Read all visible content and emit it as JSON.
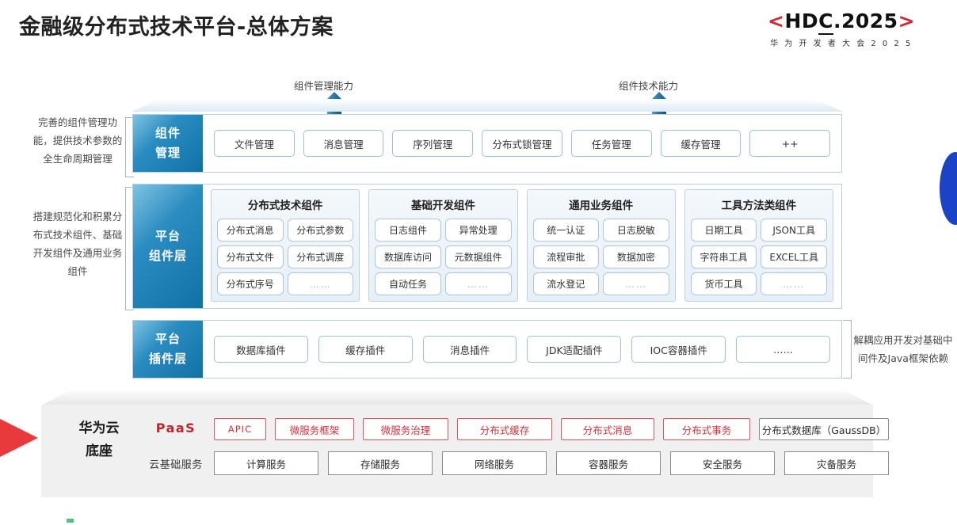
{
  "header": {
    "title": "金融级分布式技术平台-总体方案",
    "logo": {
      "left_bracket": "<",
      "main_a": "HD",
      "main_underlined": "C",
      "main_b": ".2025",
      "right_bracket": ">",
      "subtitle": "华 为 开 发 者 大 会 2 0 2 5"
    }
  },
  "arrows": [
    {
      "label": "组件管理能力"
    },
    {
      "label": "组件技术能力"
    }
  ],
  "notes": {
    "left_top": "完善的组件管理功能，提供技术参数的全生命周期管理",
    "left_bottom": "搭建规范化和积累分布式技术组件、基础开发组件及通用业务组件",
    "right": "解耦应用开发对基础中间件及Java框架依赖"
  },
  "layers": {
    "component_management": {
      "label": "组件\n管理",
      "label_line1": "组件",
      "label_line2": "管理",
      "items": [
        "文件管理",
        "消息管理",
        "序列管理",
        "分布式锁管理",
        "任务管理",
        "缓存管理",
        "++"
      ]
    },
    "platform_component": {
      "label_line1": "平台",
      "label_line2": "组件层",
      "groups": [
        {
          "title": "分布式技术组件",
          "cells": [
            "分布式消息",
            "分布式参数",
            "分布式文件",
            "分布式调度",
            "分布式序号",
            "……"
          ]
        },
        {
          "title": "基础开发组件",
          "cells": [
            "日志组件",
            "异常处理",
            "数据库访问",
            "元数据组件",
            "自动任务",
            "……"
          ]
        },
        {
          "title": "通用业务组件",
          "cells": [
            "统一认证",
            "日志脱敏",
            "流程审批",
            "数据加密",
            "流水登记",
            "……"
          ]
        },
        {
          "title": "工具方法类组件",
          "cells": [
            "日期工具",
            "JSON工具",
            "字符串工具",
            "EXCEL工具",
            "货币工具",
            "……"
          ]
        }
      ]
    },
    "platform_plugin": {
      "label_line1": "平台",
      "label_line2": "插件层",
      "items": [
        "数据库插件",
        "缓存插件",
        "消息插件",
        "JDK适配插件",
        "IOC容器插件",
        "……"
      ]
    }
  },
  "base": {
    "title_line1": "华为云",
    "title_line2": "底座",
    "paas_label": "PaaS",
    "cloud_label": "云基础服务",
    "paas_items": [
      {
        "text": "APIC",
        "style": "red"
      },
      {
        "text": "微服务框架",
        "style": "red"
      },
      {
        "text": "微服务治理",
        "style": "red"
      },
      {
        "text": "分布式缓存",
        "style": "red"
      },
      {
        "text": "分布式消息",
        "style": "red"
      },
      {
        "text": "分布式事务",
        "style": "red"
      },
      {
        "text": "分布式数据库（GaussDB）",
        "style": "grey"
      }
    ],
    "cloud_items": [
      "计算服务",
      "存储服务",
      "网络服务",
      "容器服务",
      "安全服务",
      "灾备服务"
    ]
  },
  "colors": {
    "brand_red": "#d6252f",
    "paas_red": "#c0232b",
    "layer_blue": "#1071a6",
    "arrow_blue": "#1c6e9c",
    "lens_blue": "#1b43c8",
    "wedge_red": "#e8393c",
    "base_grey": "#f0f0f0"
  }
}
